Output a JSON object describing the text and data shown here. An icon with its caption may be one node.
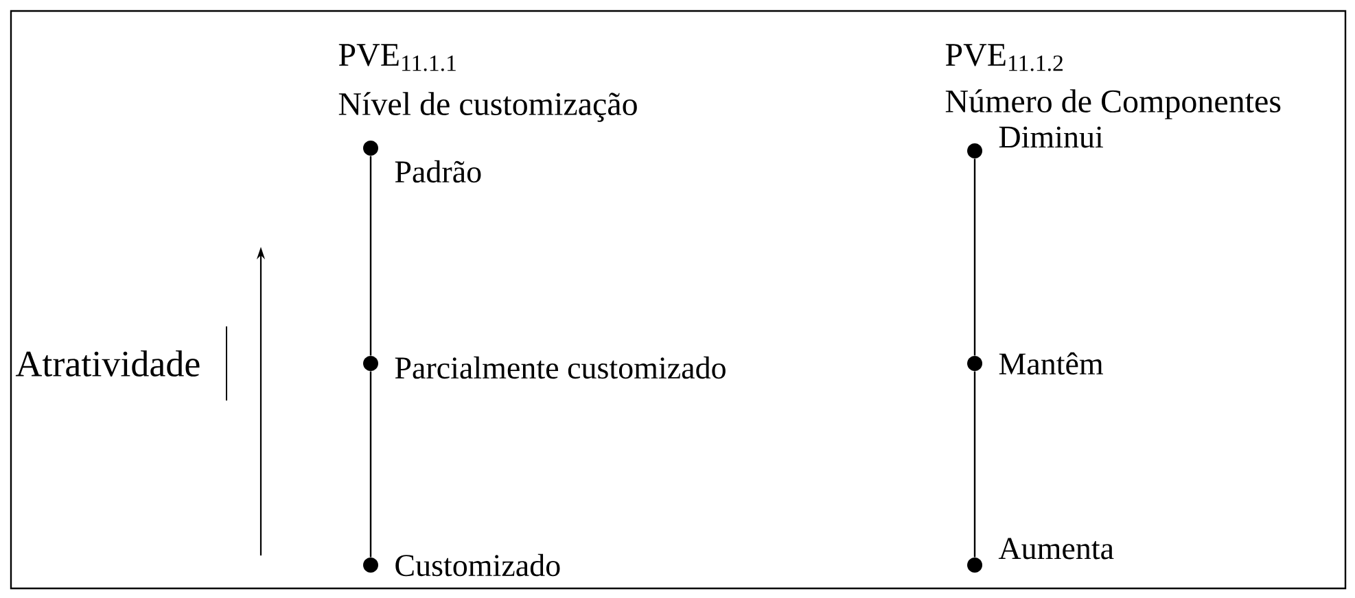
{
  "diagram": {
    "nodes": [
      {
        "text": [],
        "shape": "circle",
        "beside": [
          "Padrão"
        ]
      },
      {
        "text": [],
        "shape": "circle",
        "beside": [
          "Parcialmente customizado"
        ]
      },
      {
        "text": [],
        "shape": "circle",
        "beside": [
          "Customizado"
        ]
      },
      {
        "text": [],
        "shape": "circle",
        "beside": [
          "Diminui"
        ]
      },
      {
        "text": [],
        "shape": "circle",
        "beside": [
          "Mantêm"
        ]
      },
      {
        "text": [],
        "shape": "circle",
        "beside": [
          "Aumenta"
        ]
      }
    ],
    "edges": [
      {
        "from": 0,
        "to": 1,
        "arrow": "none"
      },
      {
        "from": 1,
        "to": 2,
        "arrow": "none"
      },
      {
        "from": 3,
        "to": 4,
        "arrow": "none"
      },
      {
        "from": 4,
        "to": 5,
        "arrow": "none"
      }
    ],
    "labels": [
      "PVE$_{11.1.1}$",
      "Nível de customização",
      "PVE$_{11.1.2}$",
      "Número de Componentes",
      "Atratividade"
    ]
  }
}
